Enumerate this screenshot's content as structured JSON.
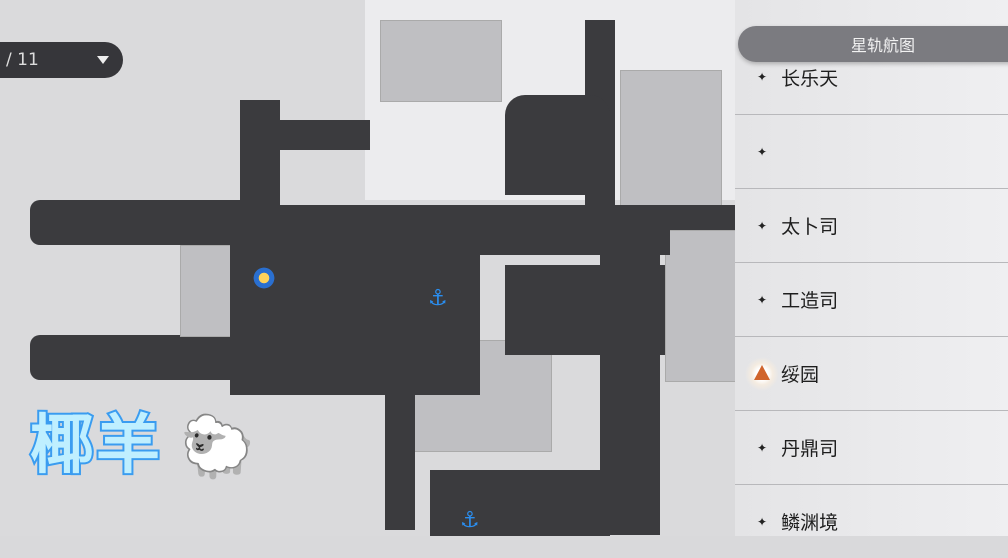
{
  "floor_selector": {
    "label": "/ 11"
  },
  "panel": {
    "title": "星轨航图",
    "items": [
      {
        "label": "长乐天",
        "icon": "star-bullet"
      },
      {
        "label": "",
        "icon": "star-bullet"
      },
      {
        "label": "太卜司",
        "icon": "star-bullet"
      },
      {
        "label": "工造司",
        "icon": "star-bullet"
      },
      {
        "label": "绥园",
        "icon": "mission-marker",
        "marker_color": "#d0642c"
      },
      {
        "label": "丹鼎司",
        "icon": "star-bullet"
      },
      {
        "label": "鳞渊境",
        "icon": "star-bullet"
      }
    ]
  },
  "watermark": {
    "text": "椰羊",
    "emoji": "🐑"
  },
  "bullet": "✦"
}
